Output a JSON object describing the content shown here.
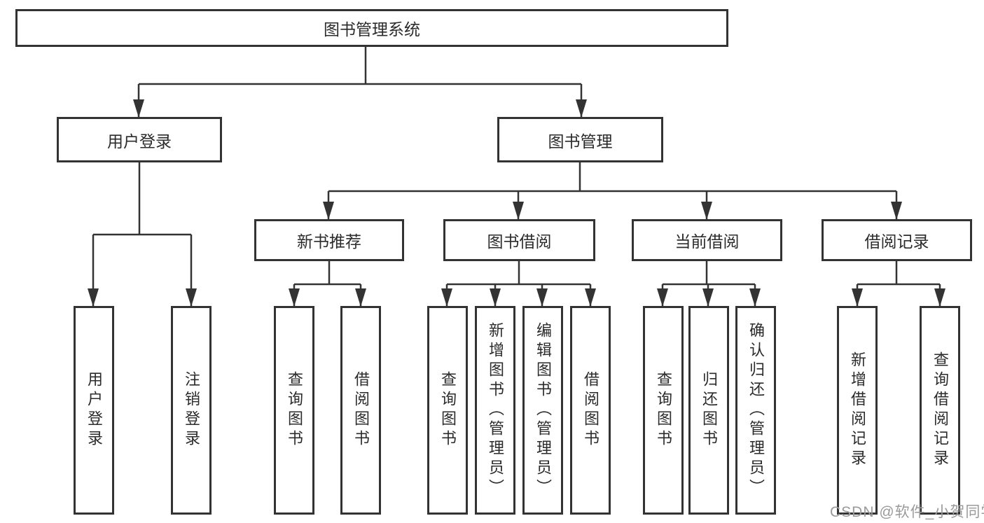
{
  "diagram": {
    "type": "hierarchy-tree",
    "colors": {
      "line": "#333333",
      "text": "#2b2b2b",
      "background": "#ffffff",
      "watermark": "#9a9a9a"
    },
    "tree": {
      "root": {
        "label": "图书管理系统"
      },
      "branches": [
        {
          "label": "用户登录",
          "children": [
            {
              "label": "用户登录"
            },
            {
              "label": "注销登录"
            }
          ]
        },
        {
          "label": "图书管理",
          "groups": [
            {
              "label": "新书推荐",
              "children": [
                {
                  "label": "查询图书"
                },
                {
                  "label": "借阅图书"
                }
              ]
            },
            {
              "label": "图书借阅",
              "children": [
                {
                  "label": "查询图书"
                },
                {
                  "label": "新增图书（管理员）"
                },
                {
                  "label": "编辑图书（管理员）"
                },
                {
                  "label": "借阅图书"
                }
              ]
            },
            {
              "label": "当前借阅",
              "children": [
                {
                  "label": "查询图书"
                },
                {
                  "label": "归还图书"
                },
                {
                  "label": "确认归还（管理员）"
                }
              ]
            },
            {
              "label": "借阅记录",
              "children": [
                {
                  "label": "新增借阅记录"
                },
                {
                  "label": "查询借阅记录"
                }
              ]
            }
          ]
        }
      ]
    },
    "watermark": "CSDN @软件_小贺同学"
  }
}
